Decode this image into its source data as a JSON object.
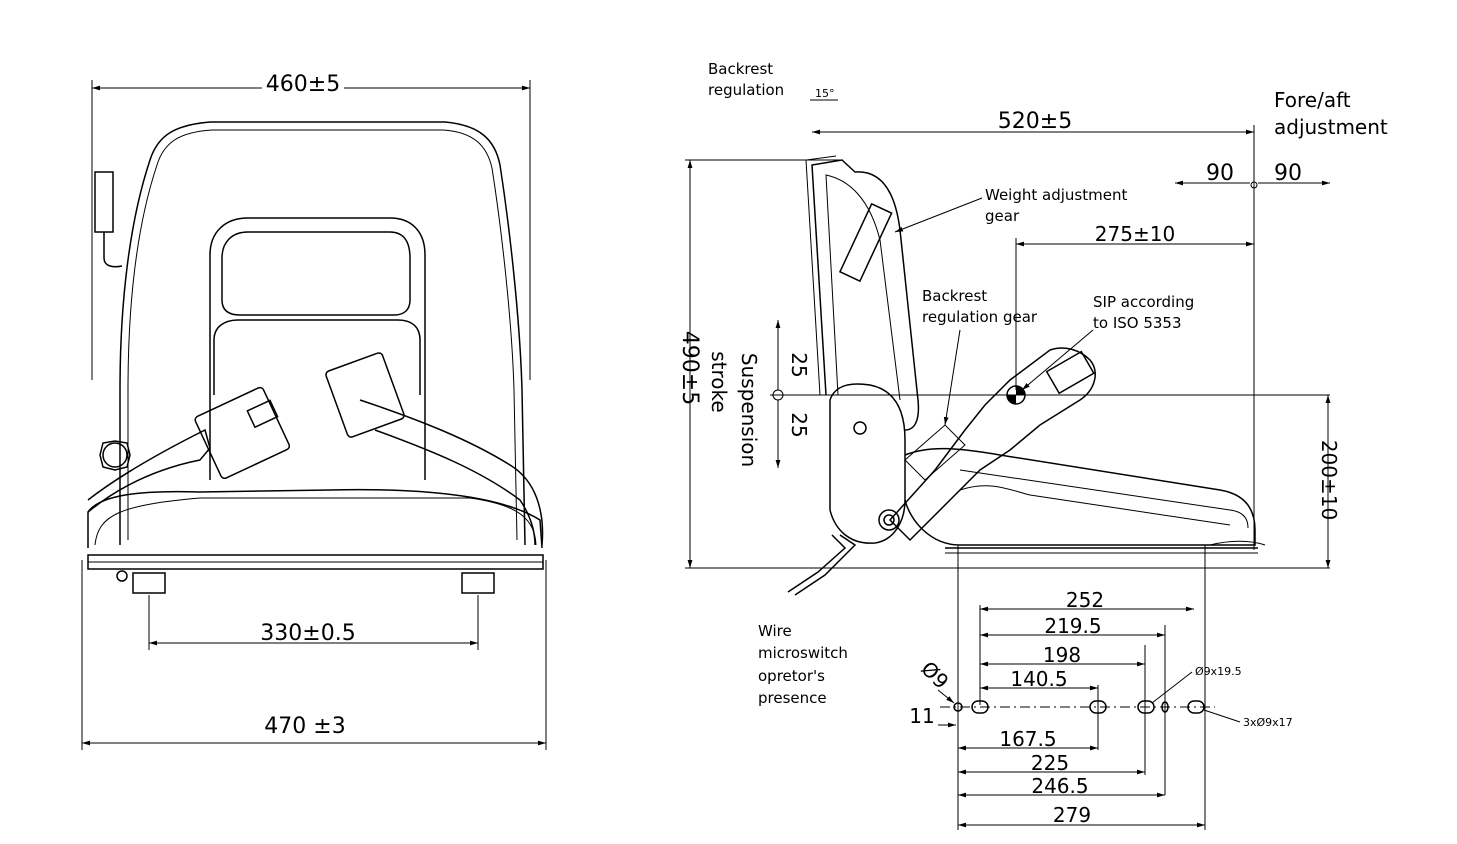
{
  "front_view": {
    "width_top": "460±5",
    "mount_spacing": "330±0.5",
    "width_base": "470 ±3"
  },
  "side_view": {
    "backrest_regulation": [
      "Backrest",
      "regulation"
    ],
    "angle": "15°",
    "depth": "520±5",
    "fore_aft": [
      "Fore/aft",
      "adjustment"
    ],
    "fore_value": "90",
    "aft_value": "90",
    "weight_adjustment": [
      "Weight adjustment",
      "gear"
    ],
    "sip_distance": "275±10",
    "backrest_gear": [
      "Backrest",
      "regulation gear"
    ],
    "sip_note": [
      "SIP according",
      "to ISO 5353"
    ],
    "total_height": "490±5",
    "suspension_up": "25",
    "suspension_down": "25",
    "suspension_label": [
      "Suspension",
      "stroke"
    ],
    "sip_height": "200±10",
    "wire_note": [
      "Wire",
      "microswitch",
      "opretor's",
      "presence"
    ]
  },
  "mounting_pattern": {
    "top_dims": [
      "252",
      "219.5",
      "198",
      "140.5"
    ],
    "bottom_dims": [
      "167.5",
      "225",
      "246.5",
      "279"
    ],
    "diameter": "Ø9",
    "offset": "11",
    "slot_main": "Ø9x19.5",
    "slot_small": "3xØ9x17"
  }
}
